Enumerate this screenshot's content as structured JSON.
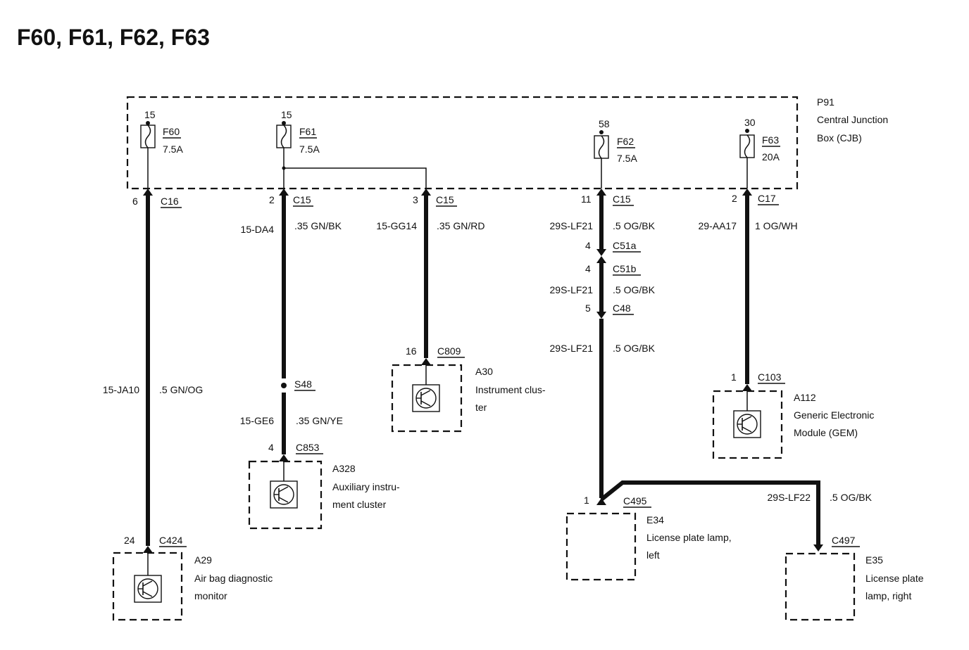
{
  "title": "F60, F61, F62, F63",
  "cjb": {
    "id": "P91",
    "name_line1": "Central Junction",
    "name_line2": "Box (CJB)"
  },
  "fuses": [
    {
      "feed": "15",
      "id": "F60",
      "rating": "7.5A"
    },
    {
      "feed": "15",
      "id": "F61",
      "rating": "7.5A"
    },
    {
      "feed": "58",
      "id": "F62",
      "rating": "7.5A"
    },
    {
      "feed": "30",
      "id": "F63",
      "rating": "20A"
    }
  ],
  "circuits": {
    "f60": {
      "pin": "6",
      "conn": "C16",
      "circuit": "15-JA10",
      "wire": ".5 GN/OG",
      "end_pin": "24",
      "end_conn": "C424"
    },
    "f61a": {
      "pin": "2",
      "conn": "C15",
      "circuit": "15-DA4",
      "wire": ".35 GN/BK",
      "splice": "S48",
      "circuit2": "15-GE6",
      "wire2": ".35 GN/YE",
      "end_pin": "4",
      "end_conn": "C853"
    },
    "f61b": {
      "pin": "3",
      "conn": "C15",
      "circuit": "15-GG14",
      "wire": ".35 GN/RD",
      "end_pin": "16",
      "end_conn": "C809"
    },
    "f62": {
      "pin": "11",
      "conn": "C15",
      "circuit": "29S-LF21",
      "wire": ".5 OG/BK",
      "inline1_pin": "4",
      "inline1_conn": "C51a",
      "inline2_pin": "4",
      "inline2_conn": "C51b",
      "circuit_b": "29S-LF21",
      "wire_b": ".5 OG/BK",
      "inline3_pin": "5",
      "inline3_conn": "C48",
      "circuit_c": "29S-LF21",
      "wire_c": ".5 OG/BK",
      "end_pin": "1",
      "end_conn": "C495",
      "branch_circuit": "29S-LF22",
      "branch_wire": ".5 OG/BK",
      "branch_conn": "C497"
    },
    "f63": {
      "pin": "2",
      "conn": "C17",
      "circuit": "29-AA17",
      "wire": "1 OG/WH",
      "end_pin": "1",
      "end_conn": "C103"
    }
  },
  "components": {
    "a29": {
      "id": "A29",
      "line1": "Air bag diagnostic",
      "line2": "monitor"
    },
    "a328": {
      "id": "A328",
      "line1": "Auxiliary instru-",
      "line2": "ment cluster"
    },
    "a30": {
      "id": "A30",
      "line1": "Instrument clus-",
      "line2": "ter"
    },
    "a112": {
      "id": "A112",
      "line1": "Generic Electronic",
      "line2": "Module (GEM)"
    },
    "e34": {
      "id": "E34",
      "line1": "License plate lamp,",
      "line2": "left"
    },
    "e35": {
      "id": "E35",
      "line1": "License plate",
      "line2": "lamp, right"
    }
  }
}
